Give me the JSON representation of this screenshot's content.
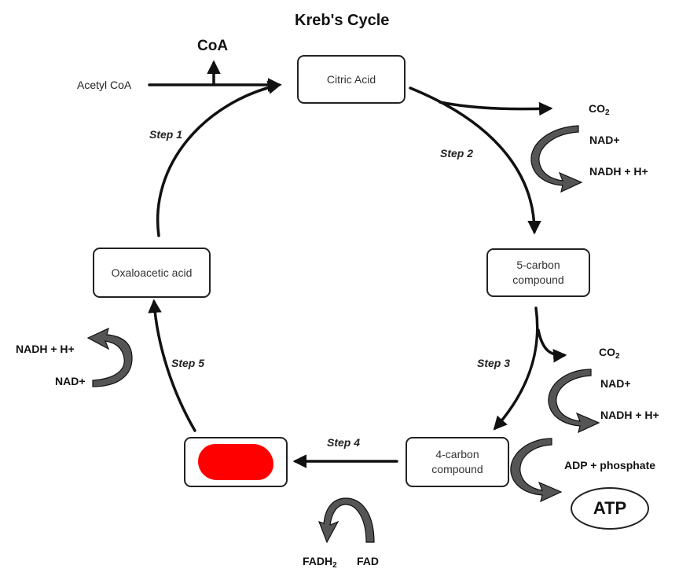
{
  "title": "Kreb's Cycle",
  "boxes": {
    "citric": "Citric Acid",
    "five_carbon_line1": "5-carbon",
    "five_carbon_line2": "compound",
    "four_carbon_line1": "4-carbon",
    "four_carbon_line2": "compound",
    "oxaloacetic": "Oxaloacetic acid",
    "hidden_redaction_color": "#ff0000"
  },
  "steps": {
    "step1": "Step 1",
    "step2": "Step 2",
    "step3": "Step 3",
    "step4": "Step 4",
    "step5": "Step 5"
  },
  "molecules": {
    "acetyl_coa": "Acetyl CoA",
    "coa": "CoA",
    "co2_base": "CO",
    "co2_sub": "2",
    "nad": "NAD+",
    "nadh": "NADH + H+",
    "adp": "ADP + phosphate",
    "atp": "ATP",
    "fadh2_base": "FADH",
    "fadh2_sub": "2",
    "fad": "FAD"
  },
  "icons": [
    "curved-arrow-icon"
  ],
  "colors": {
    "curved_arrow_fill": "#555555",
    "redaction": "#ff0000"
  }
}
